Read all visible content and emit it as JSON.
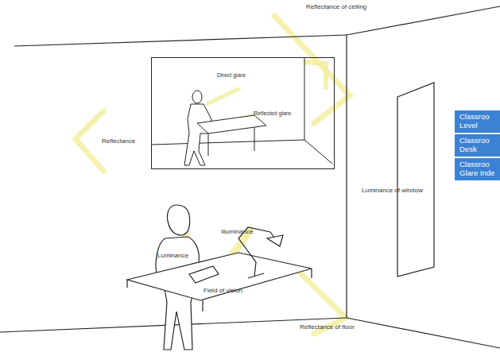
{
  "diagram": {
    "nodes": [
      {
        "text": [
          "Direct glare",
          "Reflected glare"
        ]
      },
      {
        "text": [
          "Classroo Level"
        ]
      },
      {
        "text": [
          "Classroo Desk"
        ]
      },
      {
        "text": [
          "Classroo Glare Inde"
        ]
      }
    ],
    "labels": [
      "Reflectance of ceiling",
      "Reflectance",
      "Luminance of window",
      "Illuminance",
      "Luminance",
      "Field of vision",
      "Reflectance of floor"
    ]
  }
}
